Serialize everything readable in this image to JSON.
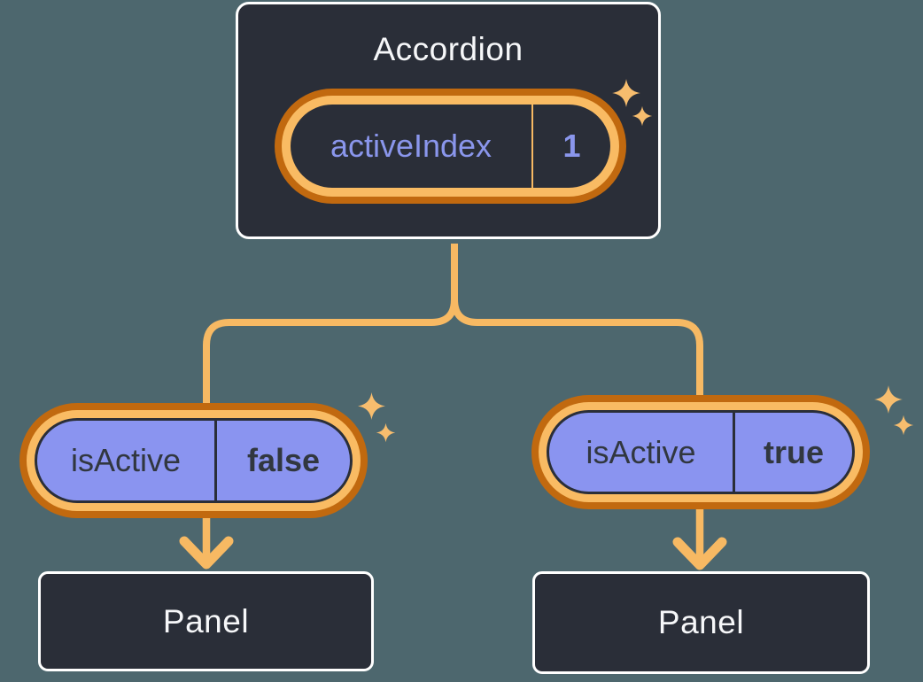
{
  "colors": {
    "background": "#4D676E",
    "node_bg": "#2A2E38",
    "node_border": "#FFFFFF",
    "ring_dark": "#C1690F",
    "ring_light": "#F9BB63",
    "line": "#F7B963",
    "sparkle": "#F7BD6E",
    "purple_fill": "#8A94F0",
    "purple_text": "#8A96EC",
    "dark_text": "#31373F",
    "light_text": "#F6F7F9"
  },
  "root": {
    "title": "Accordion",
    "state": {
      "name": "activeIndex",
      "value": "1"
    }
  },
  "children": [
    {
      "prop": {
        "name": "isActive",
        "value": "false"
      },
      "node": {
        "label": "Panel"
      }
    },
    {
      "prop": {
        "name": "isActive",
        "value": "true"
      },
      "node": {
        "label": "Panel"
      }
    }
  ]
}
